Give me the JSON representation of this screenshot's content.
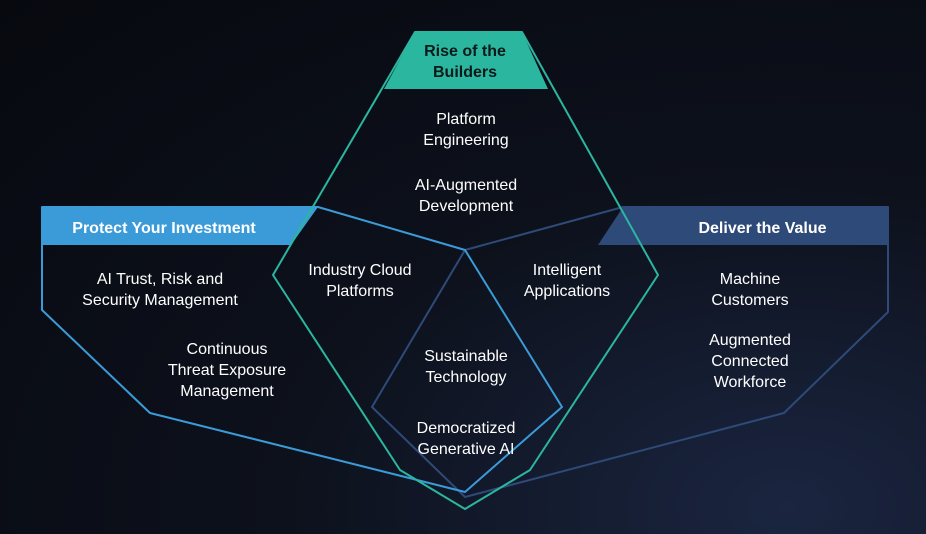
{
  "colors": {
    "background": "#090b12",
    "teal": "#2bb6a0",
    "light_blue": "#3a9bd8",
    "navy": "#2e4a78"
  },
  "groups": {
    "top": {
      "title": "Rise of the\nBuilders",
      "items": [
        "Platform\nEngineering",
        "AI-Augmented\nDevelopment"
      ]
    },
    "left": {
      "title": "Protect Your Investment",
      "items": [
        "AI Trust, Risk and\nSecurity Management",
        "Continuous\nThreat Exposure\nManagement"
      ]
    },
    "right": {
      "title": "Deliver the Value",
      "items": [
        "Machine\nCustomers",
        "Augmented\nConnected\nWorkforce"
      ]
    }
  },
  "overlaps": {
    "top_left": "Industry Cloud\nPlatforms",
    "top_right": "Intelligent\nApplications",
    "center": [
      "Sustainable\nTechnology",
      "Democratized\nGenerative AI"
    ]
  }
}
